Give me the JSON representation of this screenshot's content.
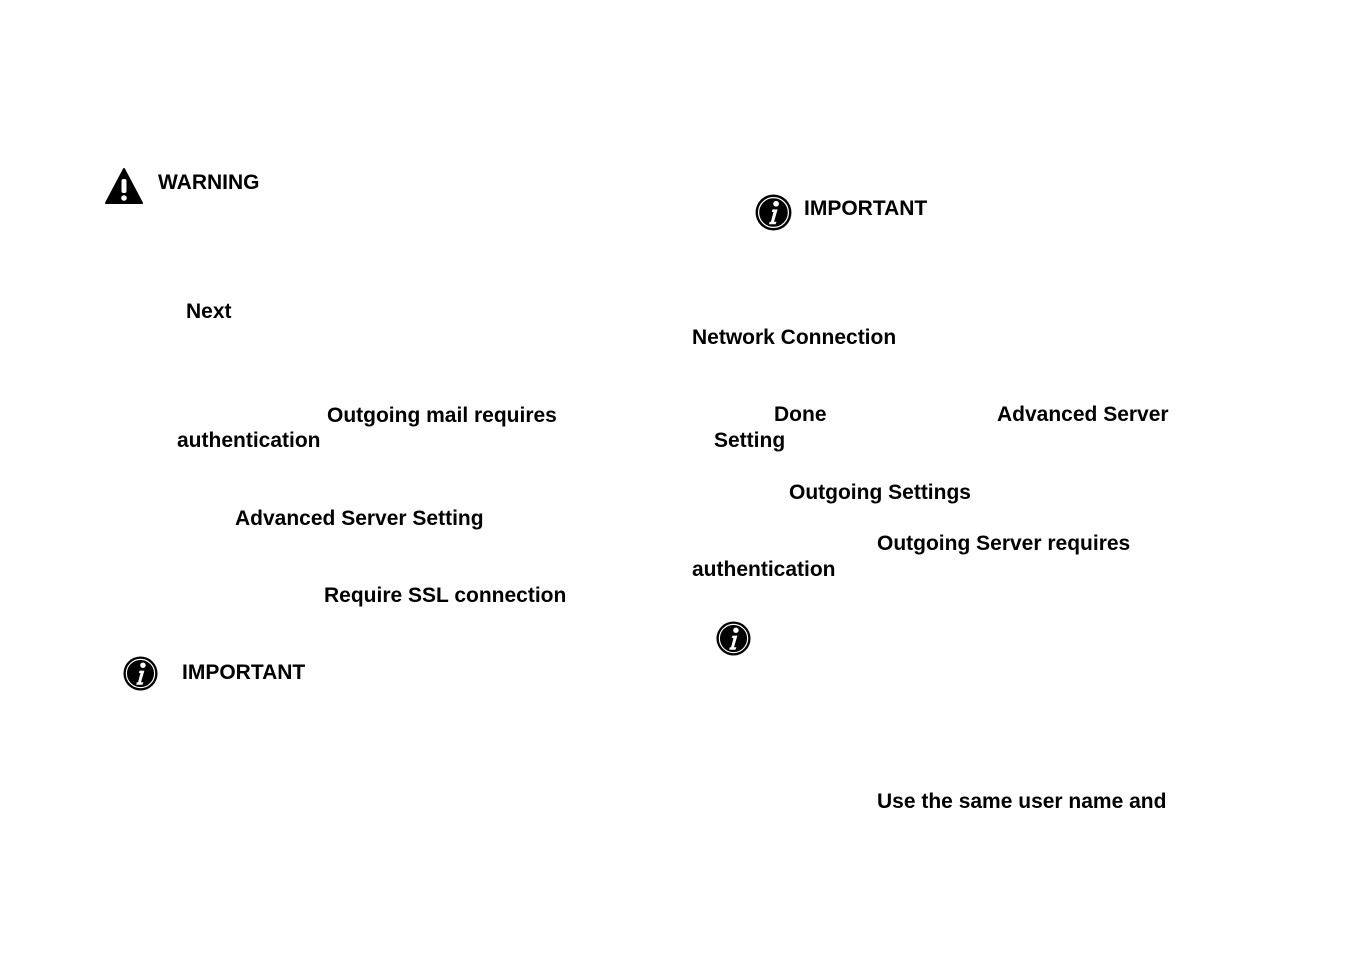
{
  "left_column": {
    "warning_label": "WARNING",
    "next_label": "Next",
    "outgoing_mail_line1": "Outgoing mail requires",
    "outgoing_mail_line2": "authentication",
    "advanced_server_setting": "Advanced Server Setting",
    "require_ssl": "Require SSL connection",
    "important_label": "IMPORTANT"
  },
  "right_column": {
    "important_label": "IMPORTANT",
    "network_connection": "Network Connection",
    "done_label": "Done",
    "advanced_server_line1": "Advanced Server",
    "advanced_server_line2": "Setting",
    "outgoing_settings": "Outgoing Settings",
    "outgoing_server_line1": "Outgoing Server requires",
    "outgoing_server_line2": "authentication",
    "same_user_name": "Use the same user name and"
  },
  "icons": {
    "warning": "warning-triangle-icon",
    "info": "info-circle-icon"
  }
}
